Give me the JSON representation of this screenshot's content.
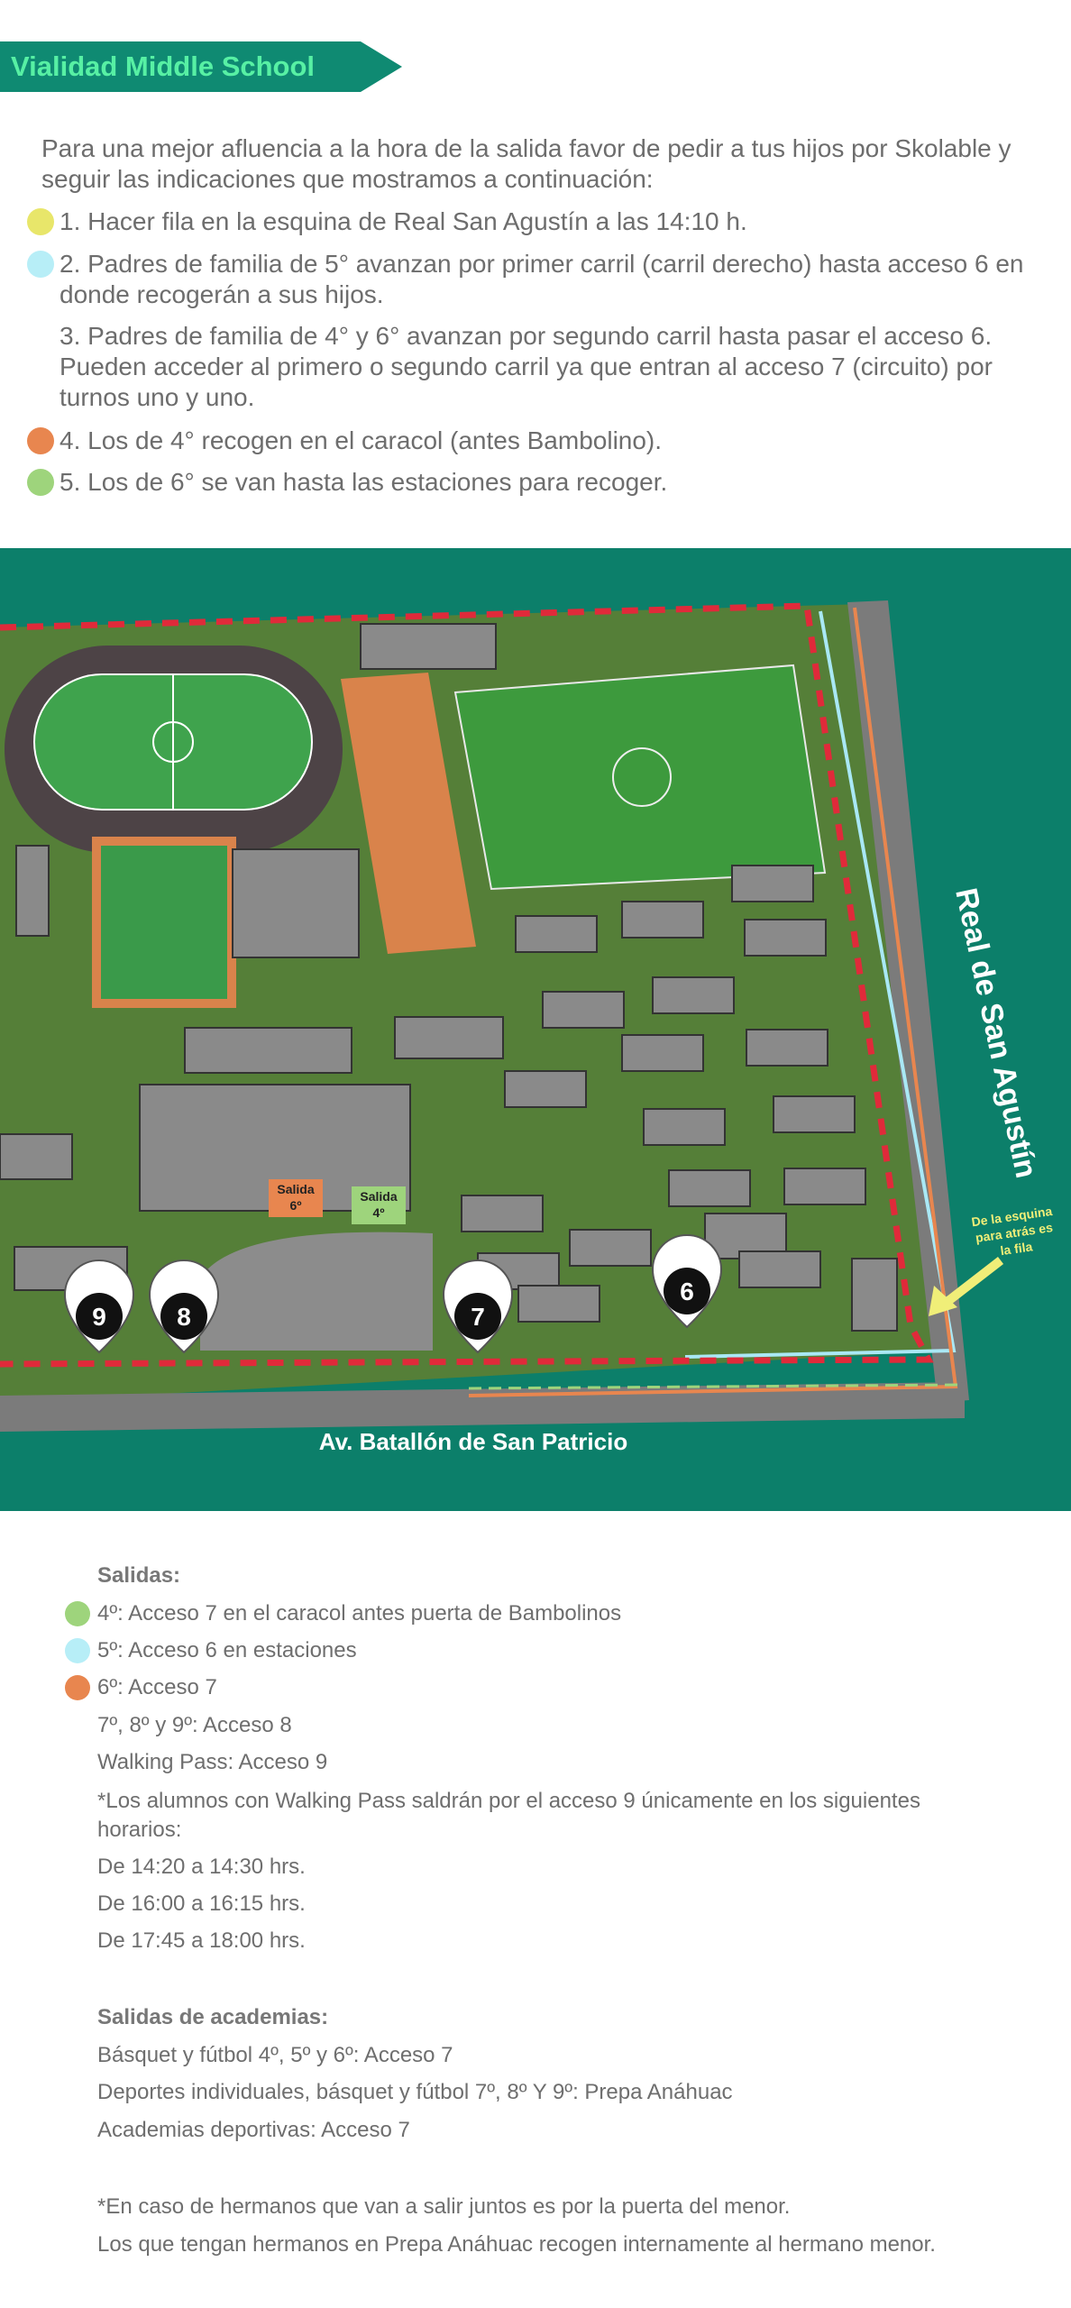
{
  "header": {
    "title": "Vialidad Middle School"
  },
  "intro": "Para una mejor afluencia a la hora de la salida favor de pedir a tus hijos por Skolable y seguir las indicaciones que mostramos a continuación:",
  "steps": [
    {
      "text": "1. Hacer fila en la esquina de Real San Agustín a las 14:10 h.",
      "color": "#e8e66a"
    },
    {
      "text": "2. Padres de familia de 5° avanzan por primer carril (carril derecho) hasta acceso 6 en donde recogerán a sus hijos.",
      "color": "#b7eef7"
    },
    {
      "text": "3. Padres de familia de 4° y 6° avanzan por segundo carril hasta pasar el acceso 6. Pueden acceder al primero o segundo carril ya que entran al acceso 7 (circuito) por turnos uno y uno.",
      "color": ""
    },
    {
      "text": "4. Los de 4° recogen en el caracol (antes Bambolino).",
      "color": "#e8864f"
    },
    {
      "text": "5. Los de 6° se van hasta las estaciones para recoger.",
      "color": "#9ed47c"
    }
  ],
  "map": {
    "street_right": "Real de San Agustín",
    "street_bottom": "Av. Batallón de San Patricio",
    "corner_note_1": "De la esquina",
    "corner_note_2": "para atrás es",
    "corner_note_3": "la fila",
    "salida_6": "Salida",
    "salida_6b": "6º",
    "salida_4": "Salida",
    "salida_4b": "4º",
    "pins": [
      "9",
      "8",
      "7",
      "6"
    ],
    "colors": {
      "bg": "#0c7f6a",
      "grass": "#4f7a34",
      "road": "#7a7a7a",
      "red": "#e02a3a",
      "cyan": "#a9e8f5",
      "orange": "#e8864f",
      "yellow": "#f0ee78"
    }
  },
  "salidas": {
    "title": "Salidas:",
    "items": [
      {
        "text": "4º: Acceso 7 en el caracol antes puerta de Bambolinos",
        "color": "#9ed47c"
      },
      {
        "text": "5º: Acceso 6 en estaciones",
        "color": "#b7eef7"
      },
      {
        "text": "6º: Acceso 7",
        "color": "#e8864f"
      },
      {
        "text": "7º,  8º y 9º: Acceso 8",
        "color": ""
      },
      {
        "text": "Walking Pass: Acceso 9",
        "color": ""
      }
    ],
    "walking_note_1": "*Los alumnos con Walking Pass saldrán por el acceso 9 únicamente en los siguientes",
    "walking_note_2": "horarios:",
    "horarios": [
      "De 14:20 a 14:30 hrs.",
      "De 16:00 a 16:15 hrs.",
      "De 17:45 a 18:00 hrs."
    ]
  },
  "academias": {
    "title": "Salidas de academias:",
    "items": [
      "Básquet y fútbol 4º, 5º y 6º: Acceso 7",
      "Deportes individuales, básquet y fútbol 7º, 8º Y 9º: Prepa Anáhuac",
      "Academias deportivas: Acceso 7"
    ]
  },
  "footer": {
    "note_1": "*En caso de hermanos que van a salir juntos es por la puerta del menor.",
    "note_2": "Los que tengan hermanos en Prepa Anáhuac recogen internamente al hermano menor."
  }
}
